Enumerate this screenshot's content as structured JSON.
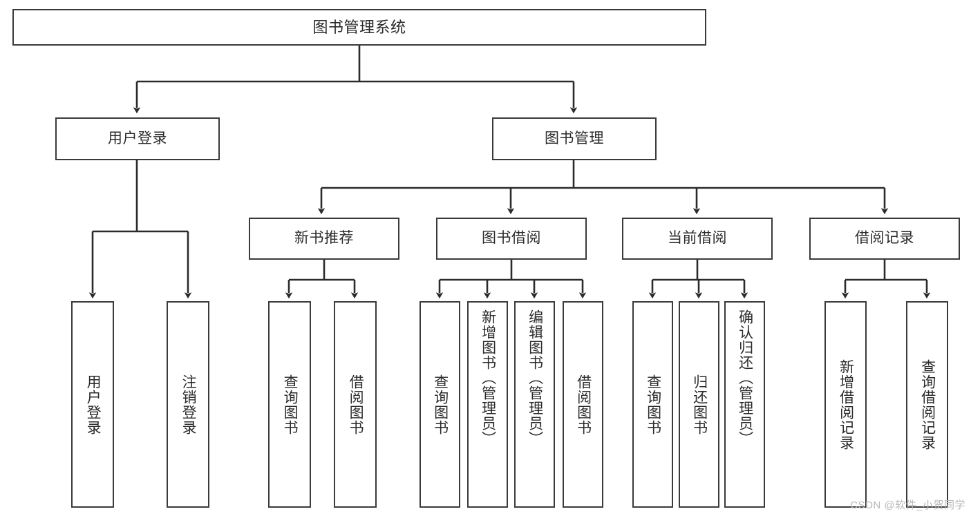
{
  "diagram": {
    "title": "图书管理系统",
    "type": "tree-hierarchy-chart",
    "colors": {
      "box_border": "#3a3a3a",
      "box_fill": "#ffffff",
      "text": "#2b2b2b",
      "edge": "#2b2b2b",
      "watermark": "#b9b9b9"
    }
  },
  "nodes": {
    "root": {
      "label": "图书管理系统"
    },
    "level2": [
      {
        "label": "用户登录"
      },
      {
        "label": "图书管理"
      }
    ],
    "level3": [
      {
        "label": "新书推荐"
      },
      {
        "label": "图书借阅"
      },
      {
        "label": "当前借阅"
      },
      {
        "label": "借阅记录"
      }
    ],
    "leaves": {
      "user_login": [
        {
          "label": "用户登录"
        },
        {
          "label": "注销登录"
        }
      ],
      "new_book_recommend": [
        {
          "label": "查询图书"
        },
        {
          "label": "借阅图书"
        }
      ],
      "book_borrow": [
        {
          "label": "查询图书"
        },
        {
          "label": "新增图书（管理员）"
        },
        {
          "label": "编辑图书（管理员）"
        },
        {
          "label": "借阅图书"
        }
      ],
      "current_borrow": [
        {
          "label": "查询图书"
        },
        {
          "label": "归还图书"
        },
        {
          "label": "确认归还（管理员）"
        }
      ],
      "borrow_record": [
        {
          "label": "新增借阅记录"
        },
        {
          "label": "查询借阅记录"
        }
      ]
    }
  },
  "watermark": {
    "text": "CSDN @软件_小贺同学"
  }
}
